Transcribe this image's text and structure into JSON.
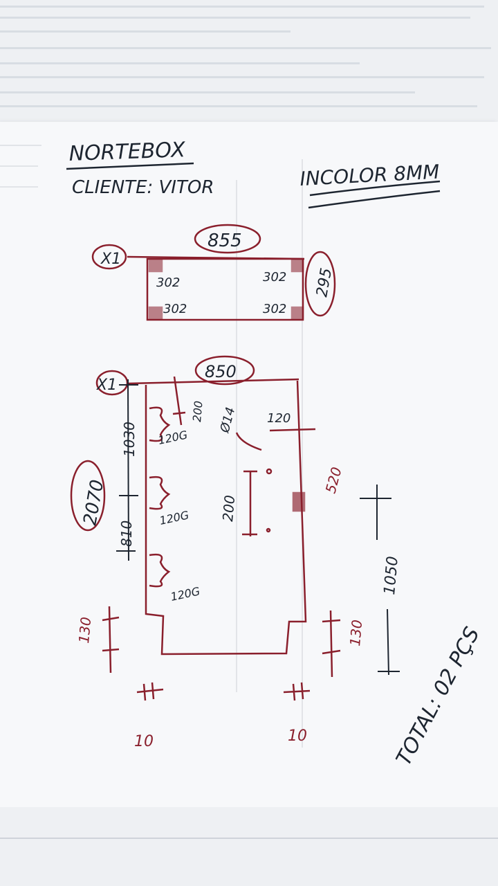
{
  "header": {
    "company": "NORTEBOX",
    "client_line": "CLIENTE: VITOR",
    "glass_spec": "INCOLOR 8MM"
  },
  "piece_top": {
    "quantity": "X1",
    "width": "855",
    "height": "295",
    "corner_notes": [
      "302",
      "302",
      "302",
      "302"
    ]
  },
  "piece_main": {
    "quantity": "X1",
    "width": "850",
    "height": "2070",
    "segment_top": "1030",
    "segment_bottom": "810",
    "hinge_labels": [
      "120G",
      "120G",
      "120G"
    ],
    "hinge_offset": "200",
    "hole_diameter": "Ø14",
    "hole_offset": "120",
    "handle_spacing": "200",
    "handle_height": "520",
    "notch_left_height": "130",
    "notch_right_height": "130",
    "notch_left_width": "10",
    "notch_right_width": "10",
    "bottom_segment": "1050"
  },
  "footer": {
    "total": "TOTAL: 02 PÇS"
  },
  "colors": {
    "blue_ink": "#1d2530",
    "red_ink": "#8a1f2c",
    "paper": "#f7f8fa"
  }
}
